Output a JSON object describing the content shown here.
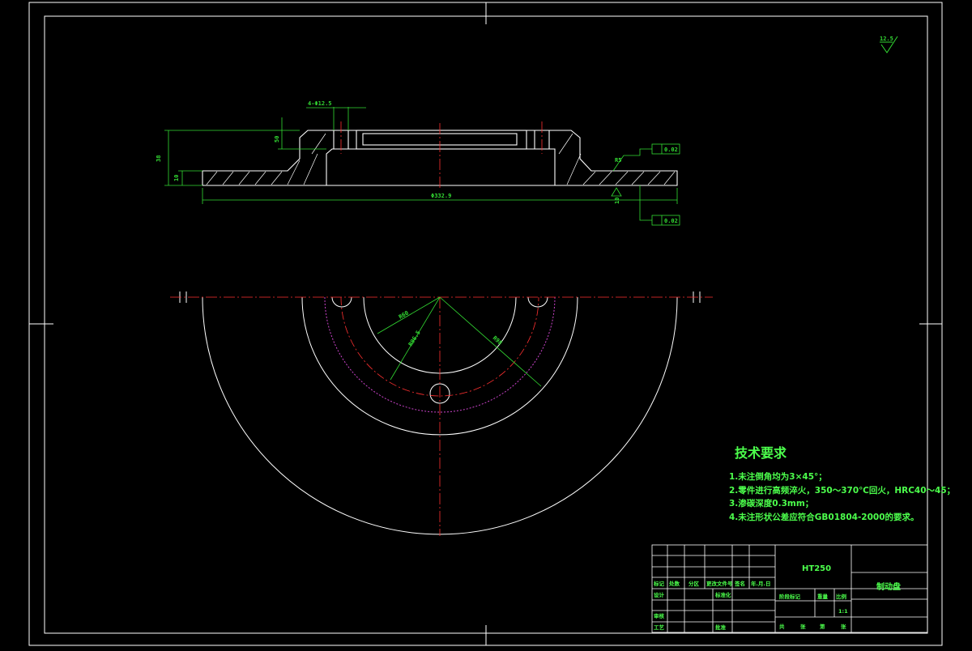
{
  "colors": {
    "background": "#000000",
    "frame": "#ffffff",
    "dimension": "#33dd33",
    "text": "#4cff4c",
    "centerline": "#ff3030",
    "pitch_circle": "#cc44cc"
  },
  "dimensions": {
    "holes": "4-Φ12.5",
    "height_total": "38",
    "height_step": "10",
    "depth_inner": "50",
    "diameter_main": "Φ332.9",
    "chamfer": "R5",
    "bottom_ref": "10",
    "tol_top": "0.02",
    "tol_bottom": "0.02",
    "roughness": "12.5",
    "radius_a": "R60",
    "radius_b": "R96.5",
    "radius_c": "R98"
  },
  "technical_requirements": {
    "title": "技术要求",
    "items": [
      "1.未注倒角均为3×45°；",
      "2.零件进行高频淬火，350～370℃回火，HRC40～45；",
      "3.渗碳深度0.3mm；",
      "4.未注形状公差应符合GB01804-2000的要求。"
    ]
  },
  "title_block": {
    "material": "HT250",
    "part_name": "制动盘",
    "scale": "1:1",
    "headers": [
      "标记",
      "处数",
      "分区",
      "更改文件号",
      "签名",
      "年.月.日"
    ],
    "design_label": "设计",
    "standardize_label": "标准化",
    "review_label": "审核",
    "process_label": "工艺",
    "approve_label": "批准",
    "stage_label": "阶段标记",
    "weight_label": "重量",
    "scale_label": "比例",
    "sheet_labels": [
      "共",
      "张",
      "第",
      "张"
    ]
  }
}
